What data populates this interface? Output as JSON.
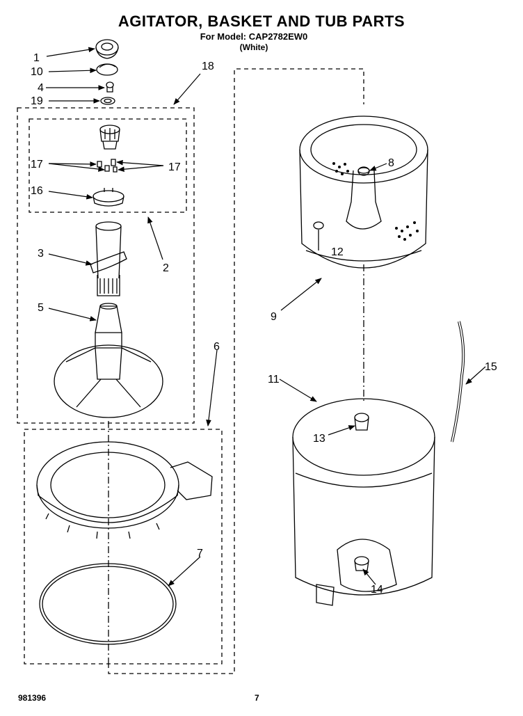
{
  "header": {
    "title": "AGITATOR, BASKET AND TUB PARTS",
    "model_line": "For Model: CAP2782EW0",
    "color_line": "(White)"
  },
  "footer": {
    "doc_number": "981396",
    "page_number": "7"
  },
  "callouts": {
    "c1": "1",
    "c10": "10",
    "c4": "4",
    "c19": "19",
    "c18": "18",
    "c17a": "17",
    "c17b": "17",
    "c16": "16",
    "c3": "3",
    "c2": "2",
    "c5": "5",
    "c6": "6",
    "c7": "7",
    "c8": "8",
    "c12": "12",
    "c9": "9",
    "c11": "11",
    "c13": "13",
    "c14": "14",
    "c15": "15"
  }
}
